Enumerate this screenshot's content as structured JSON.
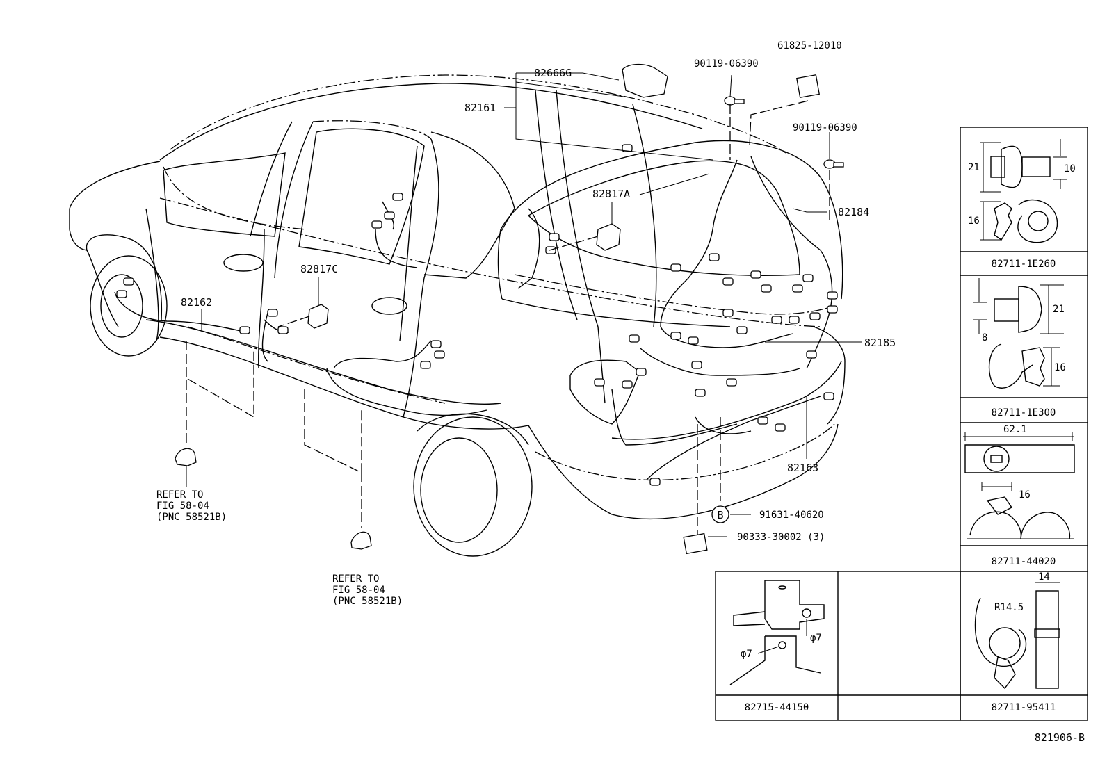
{
  "parts": {
    "p82666G": "82666G",
    "p82161": "82161",
    "p90119_a": "90119-06390",
    "p61825": "61825-12010",
    "p90119_b": "90119-06390",
    "p82817A": "82817A",
    "p82184": "82184",
    "p82817C": "82817C",
    "p82162": "82162",
    "p82185": "82185",
    "p82163": "82163",
    "p91631": "91631-40620",
    "p90333": "90333-30002 (3)",
    "marker_b": "B"
  },
  "refer_left": {
    "line1": "REFER TO",
    "line2": "FIG 58-04",
    "line3": "(PNC 58521B)"
  },
  "refer_center": {
    "line1": "REFER TO",
    "line2": "FIG 58-04",
    "line3": "(PNC 58521B)"
  },
  "clips": {
    "c1": {
      "part": "82711-1E260",
      "dim_a": "21",
      "dim_b": "10",
      "dim_c": "16"
    },
    "c2": {
      "part": "82711-1E300",
      "dim_a": "21",
      "dim_b": "8",
      "dim_c": "16"
    },
    "c3": {
      "part": "82711-44020",
      "dim_a": "62.1",
      "dim_b": "16"
    },
    "c4": {
      "part": "82711-95411",
      "dim_a": "14",
      "dim_b": "R14.5"
    },
    "c5": {
      "part": "82715-44150",
      "dim_a": "φ7",
      "dim_b": "φ7"
    }
  },
  "figure_code": "821906-B"
}
